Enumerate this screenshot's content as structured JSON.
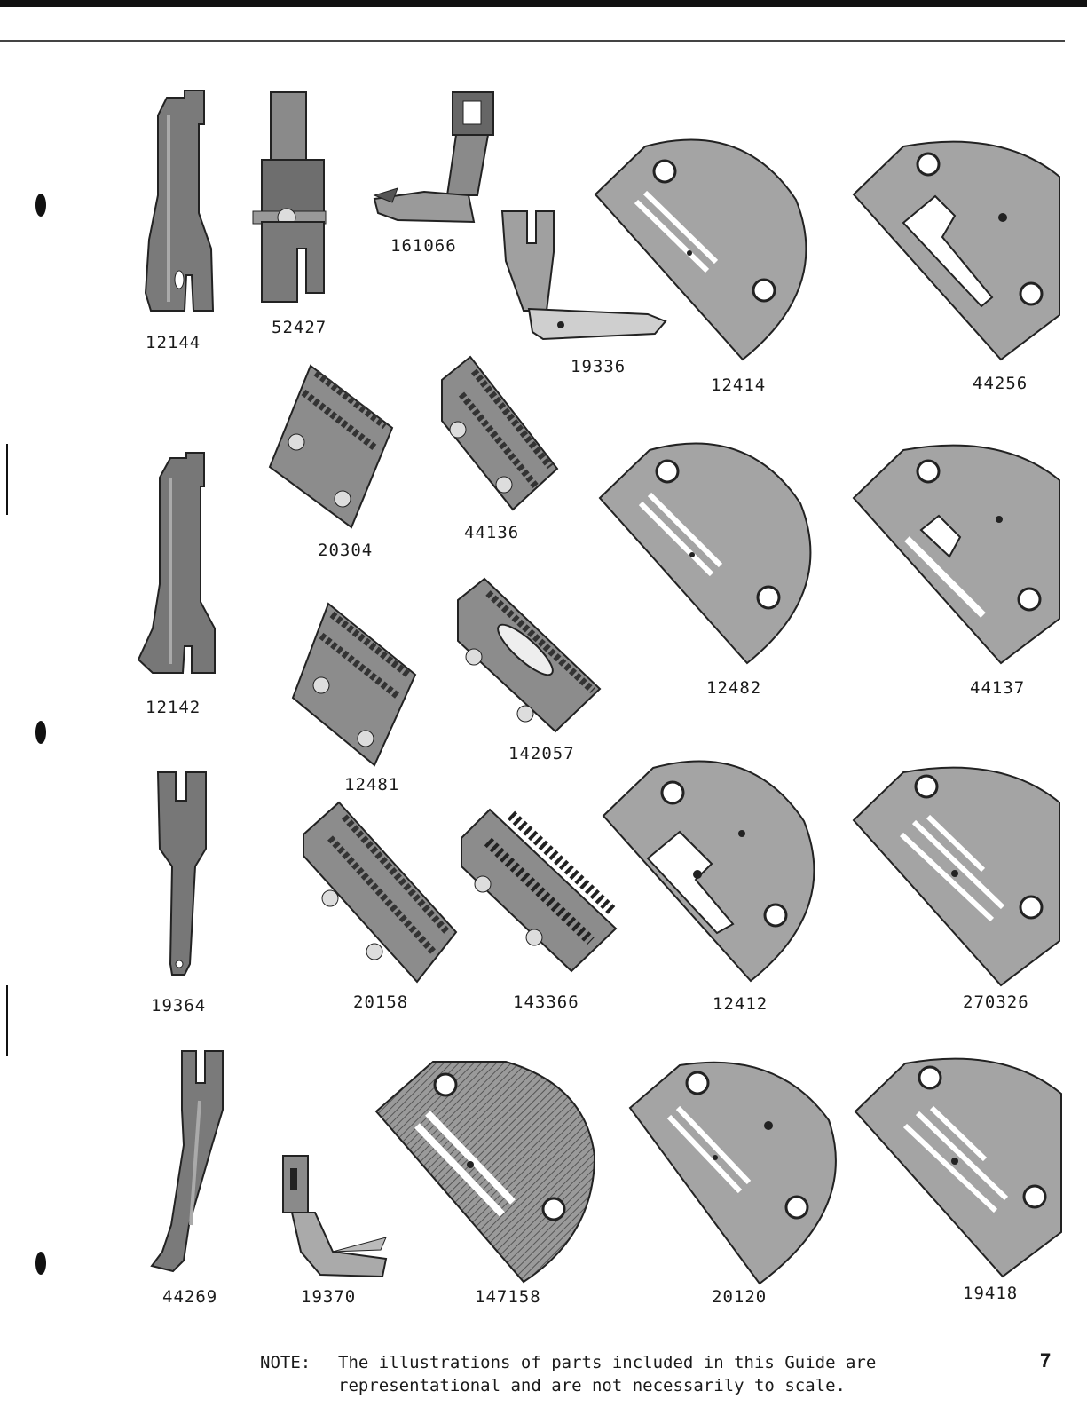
{
  "page": {
    "number": "7"
  },
  "parts": {
    "p12144": "12144",
    "p52427": "52427",
    "p161066": "161066",
    "p19336": "19336",
    "p12414": "12414",
    "p44256": "44256",
    "p20304": "20304",
    "p44136": "44136",
    "p12482": "12482",
    "p44137": "44137",
    "p12142": "12142",
    "p12481": "12481",
    "p142057": "142057",
    "p19364": "19364",
    "p20158": "20158",
    "p143366": "143366",
    "p12412": "12412",
    "p270326": "270326",
    "p44269": "44269",
    "p19370": "19370",
    "p147158": "147158",
    "p20120": "20120",
    "p19418": "19418"
  },
  "note": {
    "key": "NOTE:",
    "line1": "The illustrations of parts included in this Guide are",
    "line2": "representational and are not necessarily to scale."
  }
}
